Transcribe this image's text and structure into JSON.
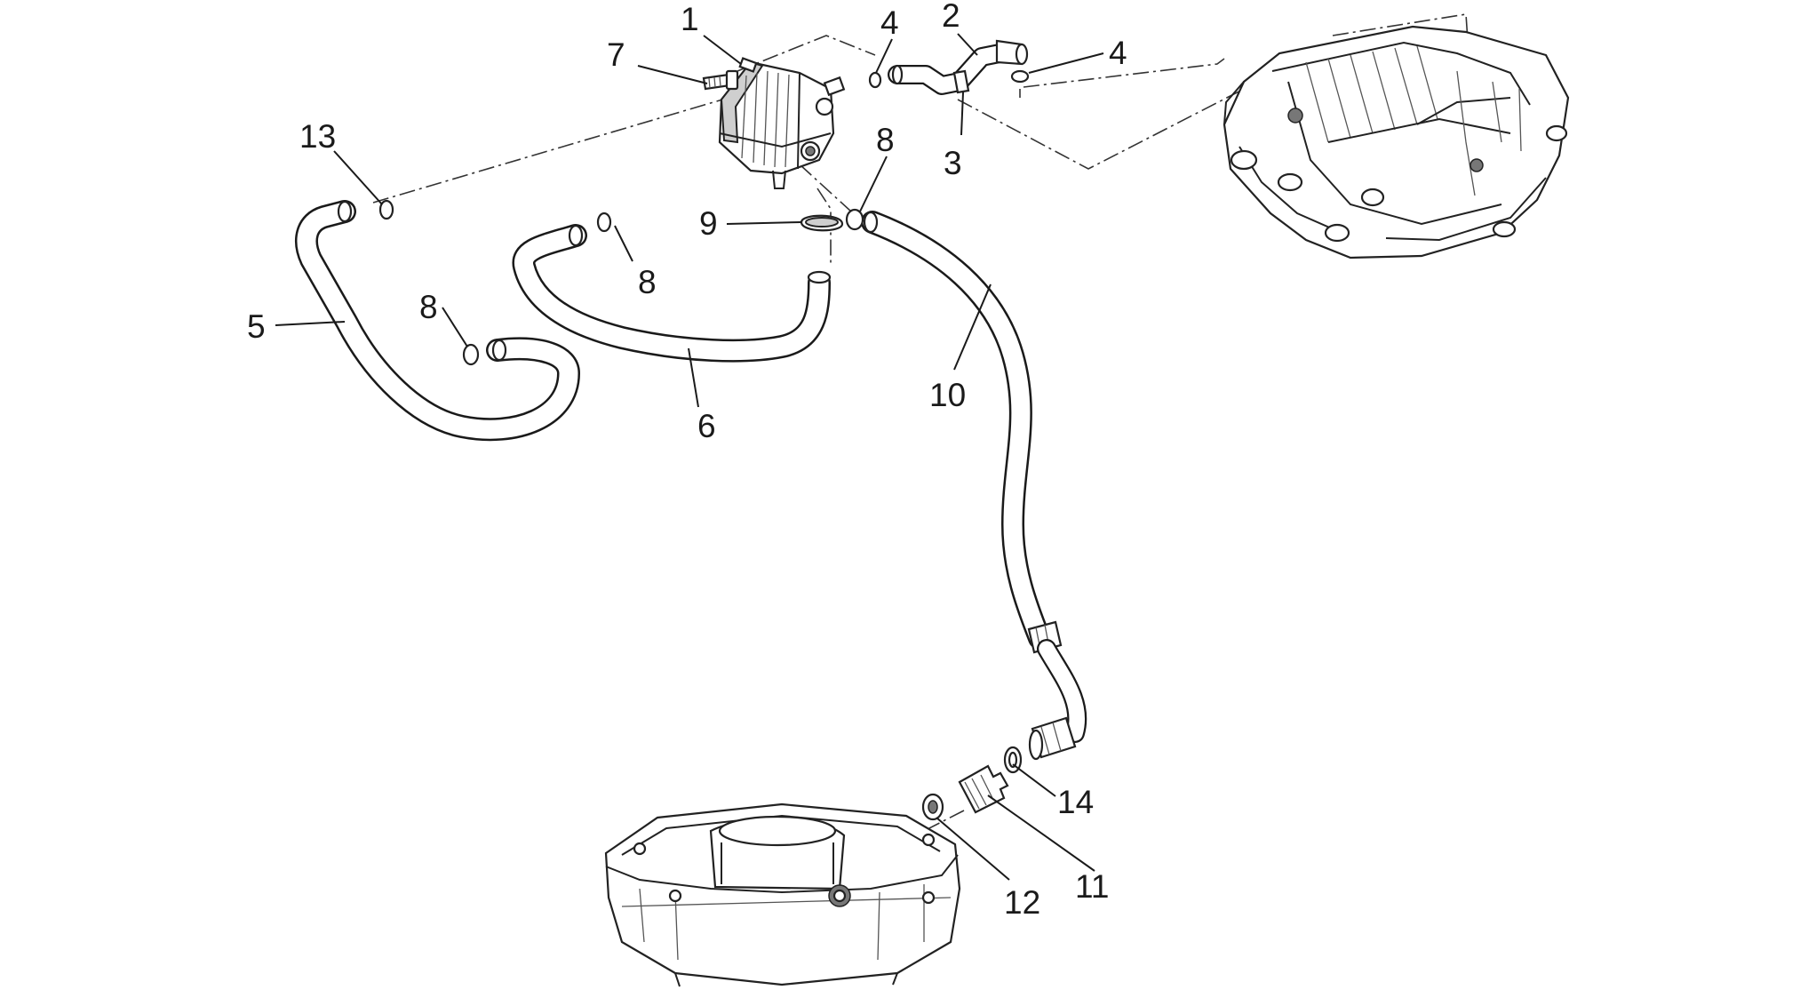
{
  "callouts": {
    "c1": "1",
    "c2": "2",
    "c3": "3",
    "c4a": "4",
    "c4b": "4",
    "c5": "5",
    "c6": "6",
    "c7": "7",
    "c8a": "8",
    "c8b": "8",
    "c8c": "8",
    "c9": "9",
    "c10": "10",
    "c11": "11",
    "c12": "12",
    "c13": "13",
    "c14": "14"
  }
}
